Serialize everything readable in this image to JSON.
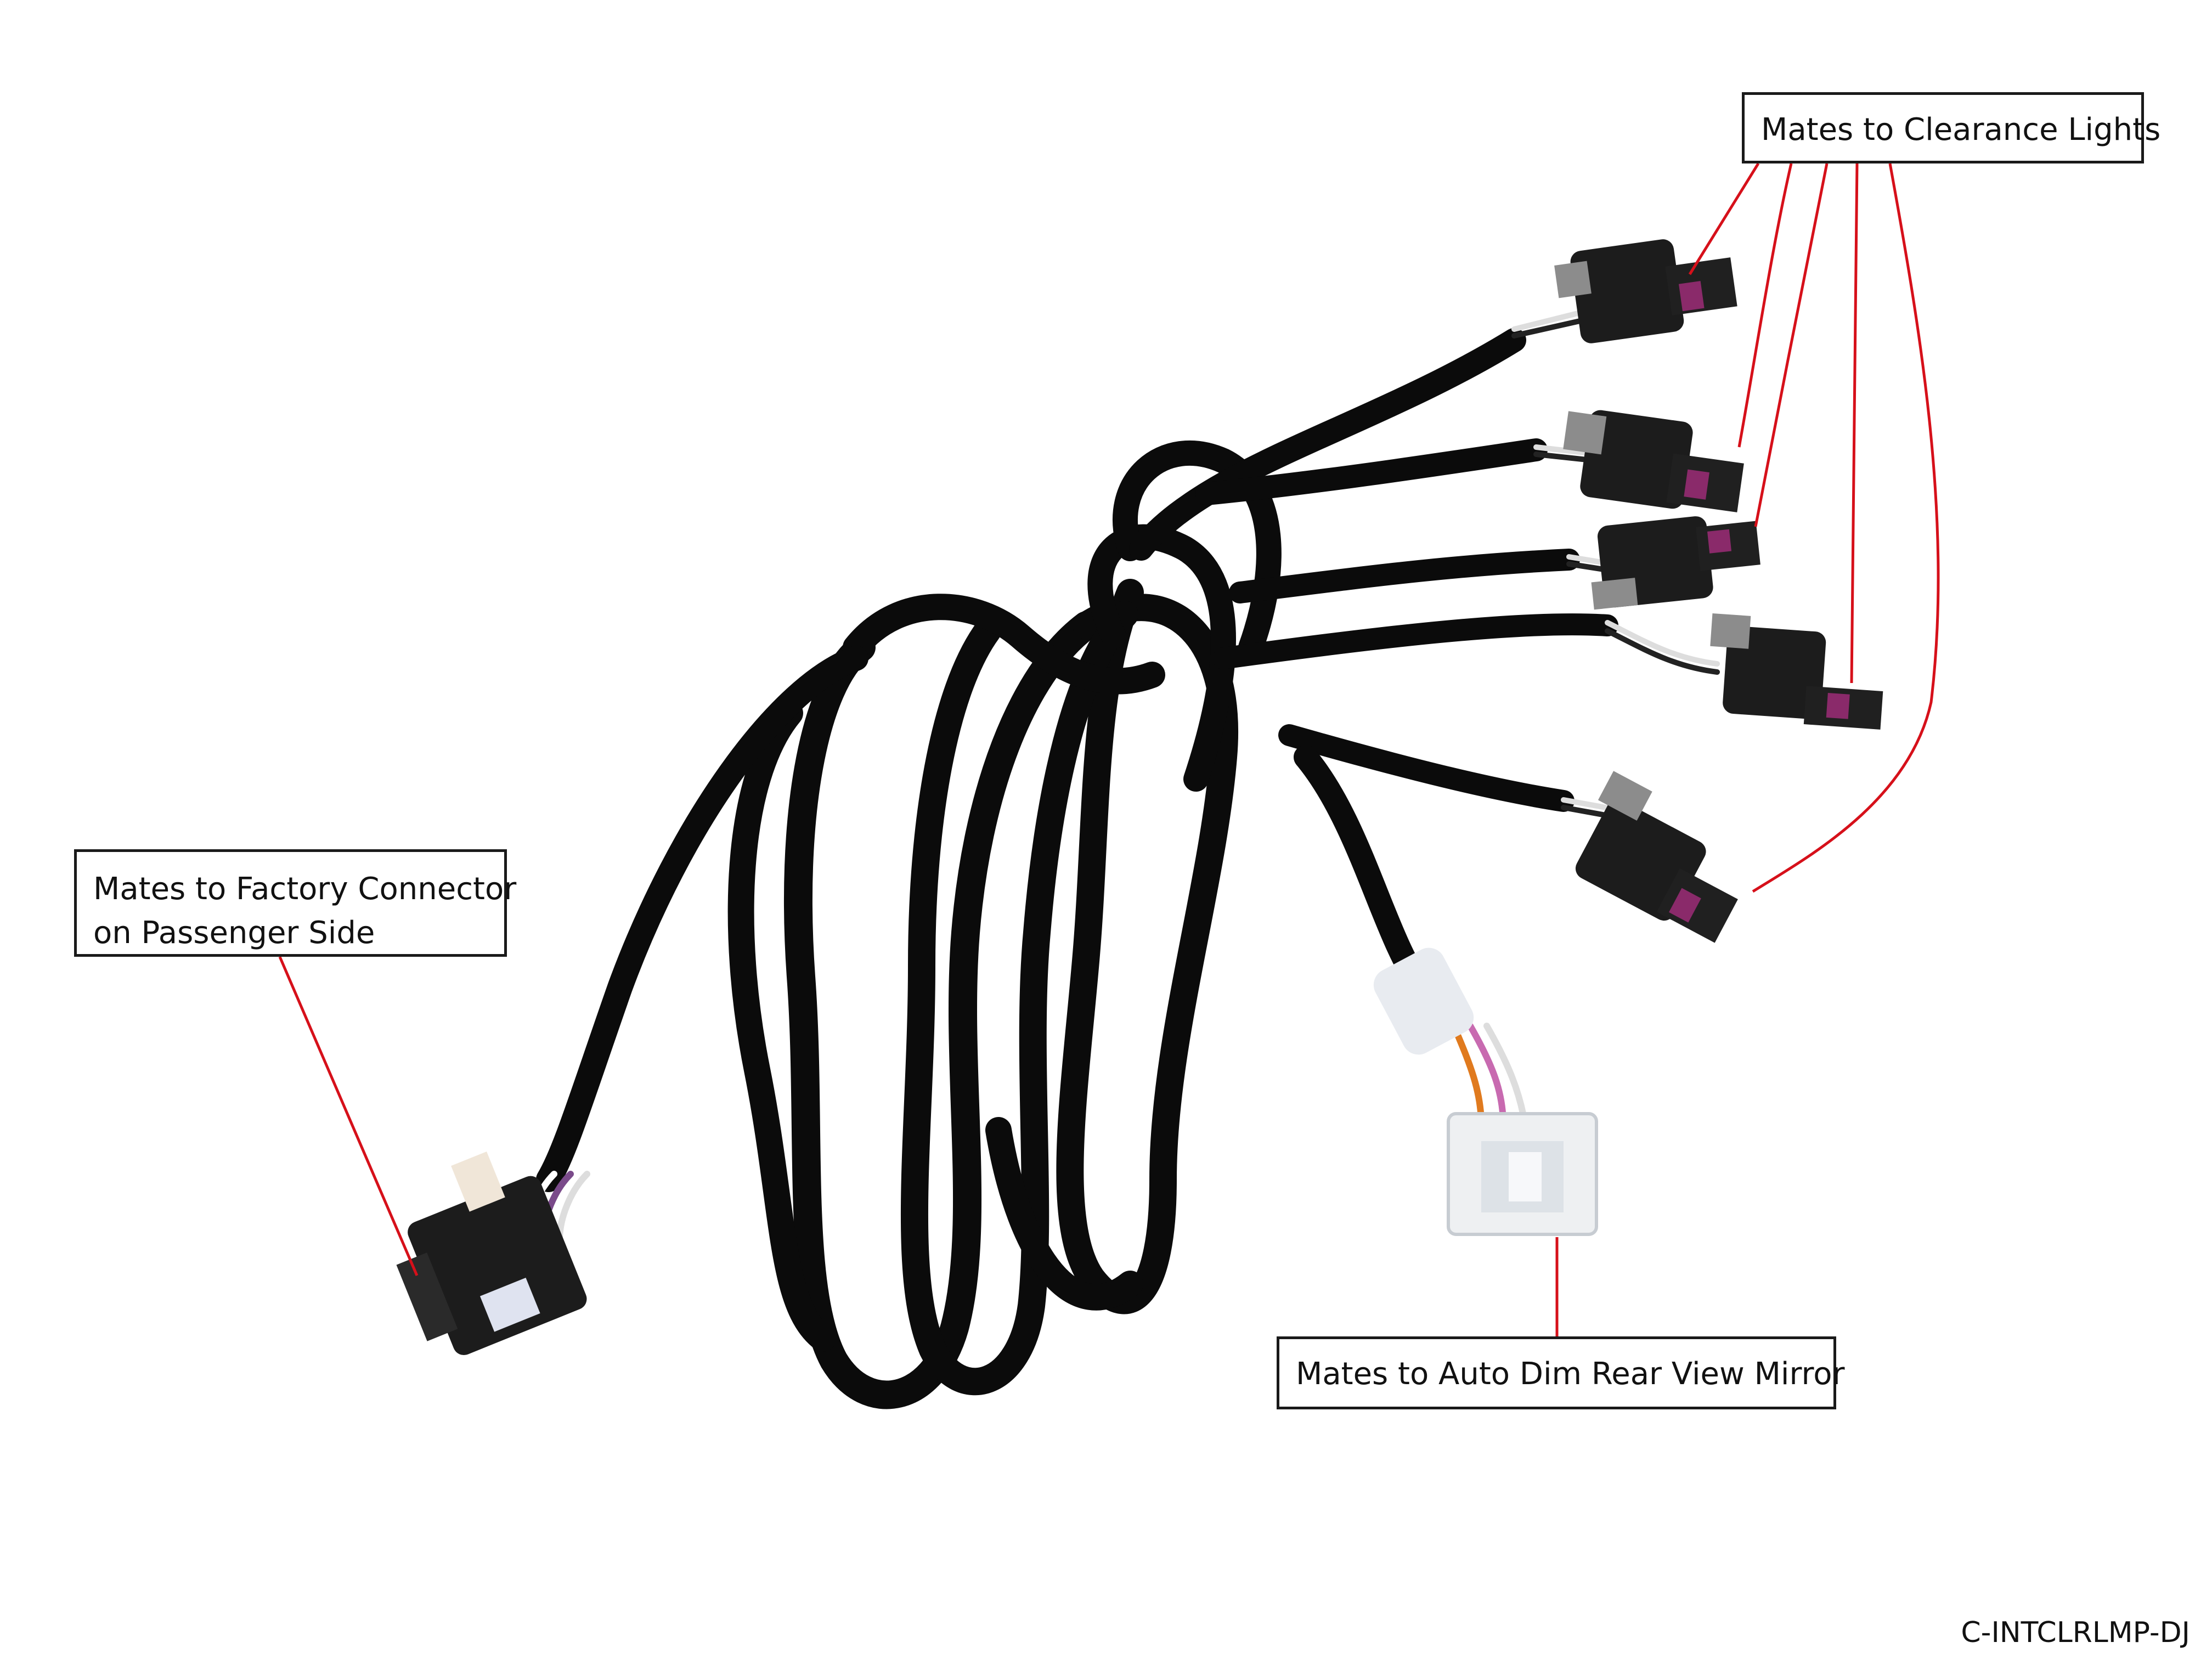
{
  "callouts": {
    "clearance": {
      "text": "Mates to Clearance Lights"
    },
    "factory": {
      "lines": [
        "Mates to Factory Connector",
        "on Passenger Side"
      ]
    },
    "mirror": {
      "text": "Mates to Auto Dim Rear View Mirror"
    }
  },
  "part_number": "C-INTCLRLMP-DJ",
  "colors": {
    "leader_line": "#d6101a",
    "callout_border": "#1a1a1a",
    "harness_sleeve": "#0b0b0b",
    "connector_body": "#1c1c1c",
    "connector_latch": "#8a2a6a",
    "mirror_connector": "#eef0f2"
  },
  "harness": {
    "clearance_connector_count": 5,
    "factory_connector_count": 1,
    "mirror_connector_count": 1
  }
}
